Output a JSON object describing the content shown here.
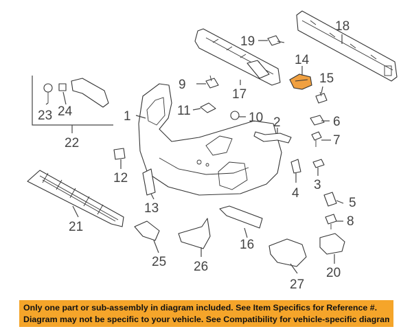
{
  "diagram": {
    "highlighted_callout": "14",
    "highlight_color": "#f0a040",
    "callouts": [
      {
        "id": "1",
        "label": "1"
      },
      {
        "id": "2",
        "label": "2"
      },
      {
        "id": "3",
        "label": "3"
      },
      {
        "id": "4",
        "label": "4"
      },
      {
        "id": "5",
        "label": "5"
      },
      {
        "id": "6",
        "label": "6"
      },
      {
        "id": "7",
        "label": "7"
      },
      {
        "id": "8",
        "label": "8"
      },
      {
        "id": "9",
        "label": "9"
      },
      {
        "id": "10",
        "label": "10"
      },
      {
        "id": "11",
        "label": "11"
      },
      {
        "id": "12",
        "label": "12"
      },
      {
        "id": "13",
        "label": "13"
      },
      {
        "id": "14",
        "label": "14"
      },
      {
        "id": "15",
        "label": "15"
      },
      {
        "id": "16",
        "label": "16"
      },
      {
        "id": "17",
        "label": "17"
      },
      {
        "id": "18",
        "label": "18"
      },
      {
        "id": "19",
        "label": "19"
      },
      {
        "id": "20",
        "label": "20"
      },
      {
        "id": "21",
        "label": "21"
      },
      {
        "id": "22",
        "label": "22"
      },
      {
        "id": "23",
        "label": "23"
      },
      {
        "id": "24",
        "label": "24"
      },
      {
        "id": "25",
        "label": "25"
      },
      {
        "id": "26",
        "label": "26"
      },
      {
        "id": "27",
        "label": "27"
      }
    ]
  },
  "notice": {
    "background": "#f5a52a",
    "line1": "Only one part or sub-assembly in diagram included. See Item Specifics for Reference #.",
    "line2": "Diagram may not be specific to your vehicle. See Compatibility for vehicle-specific diagrams."
  }
}
